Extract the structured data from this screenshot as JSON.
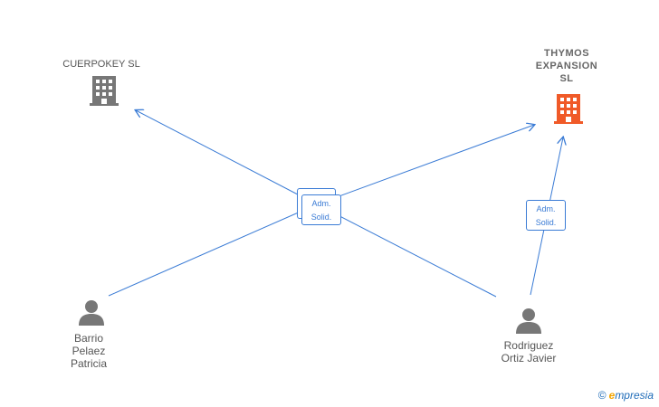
{
  "nodes": {
    "cuerpokey": {
      "label": "CUERPOKEY SL"
    },
    "thymos": {
      "label_lines": [
        "THYMOS",
        "EXPANSION",
        "SL"
      ]
    },
    "barrio": {
      "label_lines": [
        "Barrio",
        "Pelaez",
        "Patricia"
      ]
    },
    "rodriguez": {
      "label_lines": [
        "Rodriguez",
        "Ortiz Javier"
      ]
    }
  },
  "edges": {
    "badge_center": {
      "line1": "Adm.",
      "line2": "Solid."
    },
    "badge_right": {
      "line1": "Adm.",
      "line2": "Solid."
    }
  },
  "colors": {
    "edge": "#3a7bd5",
    "company_gray": "#777777",
    "company_main": "#f05a28",
    "person": "#777777"
  },
  "brand": {
    "copyright": "©",
    "e": "e",
    "rest": "mpresia"
  }
}
